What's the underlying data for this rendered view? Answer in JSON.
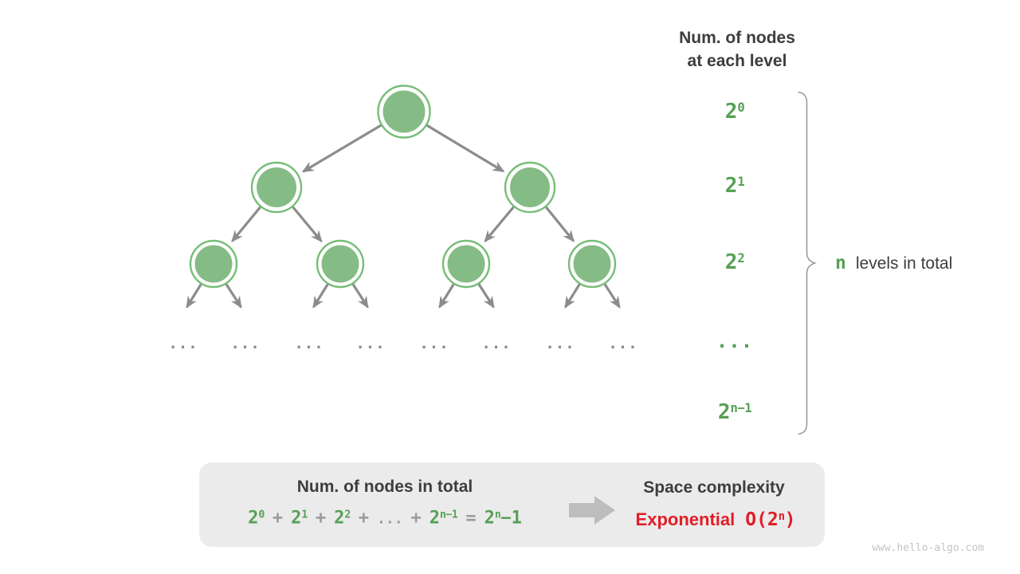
{
  "header": {
    "line1": "Num. of nodes",
    "line2": "at each level"
  },
  "levels": [
    {
      "base": "2",
      "sup": "0"
    },
    {
      "base": "2",
      "sup": "1"
    },
    {
      "base": "2",
      "sup": "2"
    },
    {
      "ellipsis": "..."
    },
    {
      "base": "2",
      "sup": "n−1"
    }
  ],
  "brace_label": {
    "n": "n",
    "text": "levels in total"
  },
  "tree": {
    "leaf_ellipsis": "..."
  },
  "summary": {
    "nodes_title": "Num. of nodes in total",
    "formula": {
      "t1": {
        "base": "2",
        "sup": "0"
      },
      "plus": "+",
      "t2": {
        "base": "2",
        "sup": "1"
      },
      "t3": {
        "base": "2",
        "sup": "2"
      },
      "dots": "...",
      "t4": {
        "base": "2",
        "sup": "n−1"
      },
      "equals": "=",
      "result": {
        "base": "2",
        "sup": "n",
        "tail": "−1"
      }
    },
    "space_title": "Space complexity",
    "complexity": {
      "word": "Exponential",
      "o_prefix": "O(2",
      "o_sup": "n",
      "o_suffix": ")"
    }
  },
  "watermark": "www.hello-algo.com",
  "colors": {
    "green_text": "#57a057",
    "node_fill": "#85bc85",
    "node_ring": "#77bd77",
    "edge_gray": "#8c8c8c",
    "dark_text": "#3d3d3d",
    "red": "#e11d26",
    "box_bg": "#ebebeb",
    "block_arrow": "#bdbdbd",
    "watermark_gray": "#c4c4c4"
  }
}
